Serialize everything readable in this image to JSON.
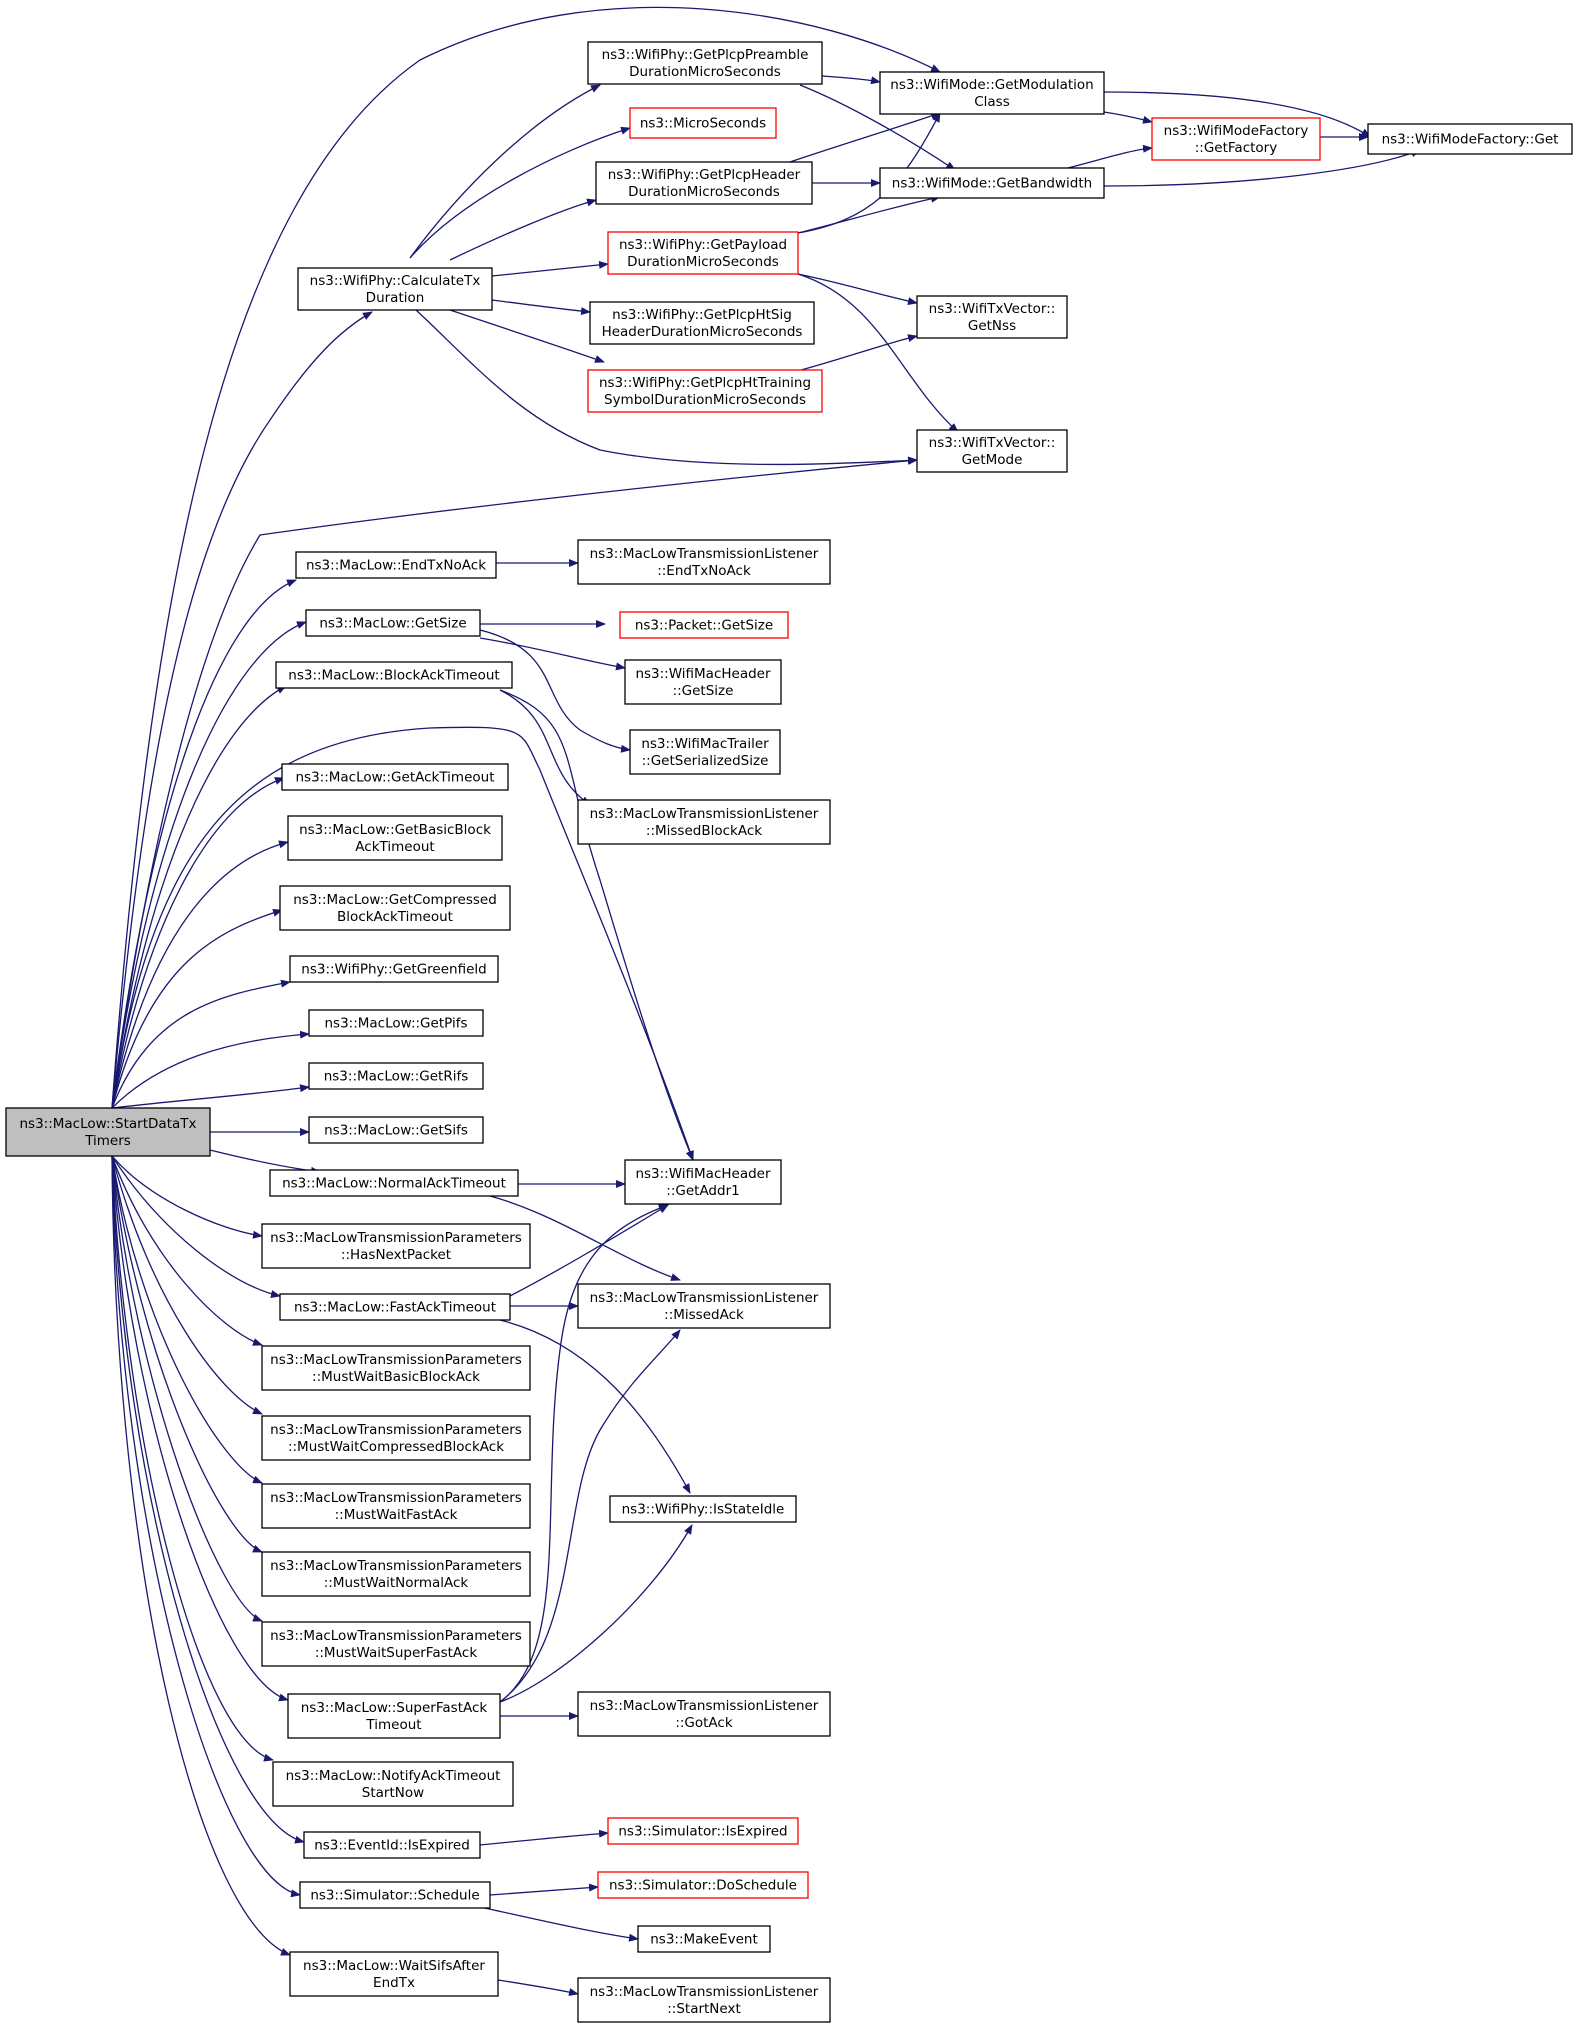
{
  "colors": {
    "edge": "#191970",
    "root_fill": "#bfbfbf",
    "link_border": "#000000",
    "missing_border": "#ff0000"
  },
  "nodes": [
    {
      "id": "root",
      "lines": [
        "ns3::MacLow::StartDataTx",
        "Timers"
      ],
      "style": "root"
    },
    {
      "id": "calcTx",
      "lines": [
        "ns3::WifiPhy::CalculateTx",
        "Duration"
      ],
      "style": "normal"
    },
    {
      "id": "preamble",
      "lines": [
        "ns3::WifiPhy::GetPlcpPreamble",
        "DurationMicroSeconds"
      ],
      "style": "normal"
    },
    {
      "id": "micro",
      "lines": [
        "ns3::MicroSeconds"
      ],
      "style": "red"
    },
    {
      "id": "hdrDur",
      "lines": [
        "ns3::WifiPhy::GetPlcpHeader",
        "DurationMicroSeconds"
      ],
      "style": "normal"
    },
    {
      "id": "payload",
      "lines": [
        "ns3::WifiPhy::GetPayload",
        "DurationMicroSeconds"
      ],
      "style": "red"
    },
    {
      "id": "htSig",
      "lines": [
        "ns3::WifiPhy::GetPlcpHtSig",
        "HeaderDurationMicroSeconds"
      ],
      "style": "normal"
    },
    {
      "id": "htTrain",
      "lines": [
        "ns3::WifiPhy::GetPlcpHtTraining",
        "SymbolDurationMicroSeconds"
      ],
      "style": "red"
    },
    {
      "id": "modClass",
      "lines": [
        "ns3::WifiMode::GetModulation",
        "Class"
      ],
      "style": "normal"
    },
    {
      "id": "bandwidth",
      "lines": [
        "ns3::WifiMode::GetBandwidth"
      ],
      "style": "normal"
    },
    {
      "id": "factory",
      "lines": [
        "ns3::WifiModeFactory",
        "::GetFactory"
      ],
      "style": "red"
    },
    {
      "id": "factoryGet",
      "lines": [
        "ns3::WifiModeFactory::Get"
      ],
      "style": "normal"
    },
    {
      "id": "getNss",
      "lines": [
        "ns3::WifiTxVector::",
        "GetNss"
      ],
      "style": "normal"
    },
    {
      "id": "getMode",
      "lines": [
        "ns3::WifiTxVector::",
        "GetMode"
      ],
      "style": "normal"
    },
    {
      "id": "endTxNoAck",
      "lines": [
        "ns3::MacLow::EndTxNoAck"
      ],
      "style": "normal"
    },
    {
      "id": "lEndTxNoAck",
      "lines": [
        "ns3::MacLowTransmissionListener",
        "::EndTxNoAck"
      ],
      "style": "normal"
    },
    {
      "id": "getSize",
      "lines": [
        "ns3::MacLow::GetSize"
      ],
      "style": "normal"
    },
    {
      "id": "pktSize",
      "lines": [
        "ns3::Packet::GetSize"
      ],
      "style": "red"
    },
    {
      "id": "hdrSize",
      "lines": [
        "ns3::WifiMacHeader",
        "::GetSize"
      ],
      "style": "normal"
    },
    {
      "id": "trailer",
      "lines": [
        "ns3::WifiMacTrailer",
        "::GetSerializedSize"
      ],
      "style": "normal"
    },
    {
      "id": "blockAckTo",
      "lines": [
        "ns3::MacLow::BlockAckTimeout"
      ],
      "style": "normal"
    },
    {
      "id": "missedBlock",
      "lines": [
        "ns3::MacLowTransmissionListener",
        "::MissedBlockAck"
      ],
      "style": "normal"
    },
    {
      "id": "getAckTo",
      "lines": [
        "ns3::MacLow::GetAckTimeout"
      ],
      "style": "normal"
    },
    {
      "id": "basicBlock",
      "lines": [
        "ns3::MacLow::GetBasicBlock",
        "AckTimeout"
      ],
      "style": "normal"
    },
    {
      "id": "compBlock",
      "lines": [
        "ns3::MacLow::GetCompressed",
        "BlockAckTimeout"
      ],
      "style": "normal"
    },
    {
      "id": "greenfield",
      "lines": [
        "ns3::WifiPhy::GetGreenfield"
      ],
      "style": "normal"
    },
    {
      "id": "pifs",
      "lines": [
        "ns3::MacLow::GetPifs"
      ],
      "style": "normal"
    },
    {
      "id": "rifs",
      "lines": [
        "ns3::MacLow::GetRifs"
      ],
      "style": "normal"
    },
    {
      "id": "sifs",
      "lines": [
        "ns3::MacLow::GetSifs"
      ],
      "style": "normal"
    },
    {
      "id": "normalAck",
      "lines": [
        "ns3::MacLow::NormalAckTimeout"
      ],
      "style": "normal"
    },
    {
      "id": "addr1",
      "lines": [
        "ns3::WifiMacHeader",
        "::GetAddr1"
      ],
      "style": "normal"
    },
    {
      "id": "hasNext",
      "lines": [
        "ns3::MacLowTransmissionParameters",
        "::HasNextPacket"
      ],
      "style": "normal"
    },
    {
      "id": "fastAck",
      "lines": [
        "ns3::MacLow::FastAckTimeout"
      ],
      "style": "normal"
    },
    {
      "id": "missedAck",
      "lines": [
        "ns3::MacLowTransmissionListener",
        "::MissedAck"
      ],
      "style": "normal"
    },
    {
      "id": "waitBasic",
      "lines": [
        "ns3::MacLowTransmissionParameters",
        "::MustWaitBasicBlockAck"
      ],
      "style": "normal"
    },
    {
      "id": "waitComp",
      "lines": [
        "ns3::MacLowTransmissionParameters",
        "::MustWaitCompressedBlockAck"
      ],
      "style": "normal"
    },
    {
      "id": "waitFast",
      "lines": [
        "ns3::MacLowTransmissionParameters",
        "::MustWaitFastAck"
      ],
      "style": "normal"
    },
    {
      "id": "stateIdle",
      "lines": [
        "ns3::WifiPhy::IsStateIdle"
      ],
      "style": "normal"
    },
    {
      "id": "waitNormal",
      "lines": [
        "ns3::MacLowTransmissionParameters",
        "::MustWaitNormalAck"
      ],
      "style": "normal"
    },
    {
      "id": "waitSuper",
      "lines": [
        "ns3::MacLowTransmissionParameters",
        "::MustWaitSuperFastAck"
      ],
      "style": "normal"
    },
    {
      "id": "superFast",
      "lines": [
        "ns3::MacLow::SuperFastAck",
        "Timeout"
      ],
      "style": "normal"
    },
    {
      "id": "gotAck",
      "lines": [
        "ns3::MacLowTransmissionListener",
        "::GotAck"
      ],
      "style": "normal"
    },
    {
      "id": "notifyAck",
      "lines": [
        "ns3::MacLow::NotifyAckTimeout",
        "StartNow"
      ],
      "style": "normal"
    },
    {
      "id": "evExpired",
      "lines": [
        "ns3::EventId::IsExpired"
      ],
      "style": "normal"
    },
    {
      "id": "simExpired",
      "lines": [
        "ns3::Simulator::IsExpired"
      ],
      "style": "red"
    },
    {
      "id": "schedule",
      "lines": [
        "ns3::Simulator::Schedule"
      ],
      "style": "normal"
    },
    {
      "id": "doSchedule",
      "lines": [
        "ns3::Simulator::DoSchedule"
      ],
      "style": "red"
    },
    {
      "id": "makeEvent",
      "lines": [
        "ns3::MakeEvent"
      ],
      "style": "normal"
    },
    {
      "id": "waitSifs",
      "lines": [
        "ns3::MacLow::WaitSifsAfter",
        "EndTx"
      ],
      "style": "normal"
    },
    {
      "id": "startNext",
      "lines": [
        "ns3::MacLowTransmissionListener",
        "::StartNext"
      ],
      "style": "normal"
    }
  ]
}
